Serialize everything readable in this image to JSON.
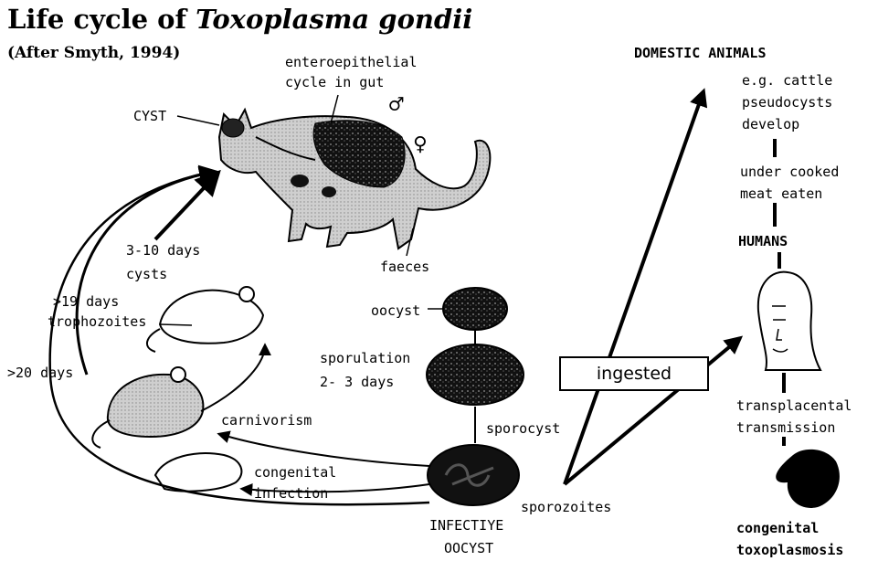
{
  "title": {
    "prefix": "Life cycle of ",
    "species": "Toxoplasma gondii"
  },
  "subtitle": "(After Smyth, 1994)",
  "labels": {
    "enteroepithelial": "enteroepithelial",
    "cycle_in_gut": "cycle in gut",
    "cyst": "CYST",
    "days_3_10": "3-10 days",
    "cysts": "cysts",
    "days_19": ">19 days",
    "trophozoites": "trophozoites",
    "days_20": ">20 days",
    "carnivorism": "carnivorism",
    "congenital": "congenital",
    "infection": "infection",
    "faeces": "faeces",
    "oocyst": "oocyst",
    "sporulation": "sporulation",
    "sporulation_days": "2- 3 days",
    "sporocyst": "sporocyst",
    "sporozoites": "sporozoites",
    "infective": "INFECTIYE",
    "infective_oocyst": "OOCYST",
    "ingested": "ingested",
    "domestic_animals": "DOMESTIC ANIMALS",
    "eg_cattle": "e.g. cattle",
    "pseudocysts": "pseudocysts",
    "develop": "develop",
    "under_cooked": "under cooked",
    "meat_eaten": "meat eaten",
    "humans": "HUMANS",
    "transplacental": "transplacental",
    "transmission": "transmission",
    "congenital_bold": "congenital",
    "toxoplasmosis": "toxoplasmosis"
  },
  "symbols": {
    "male": "♂",
    "female": "♀"
  }
}
